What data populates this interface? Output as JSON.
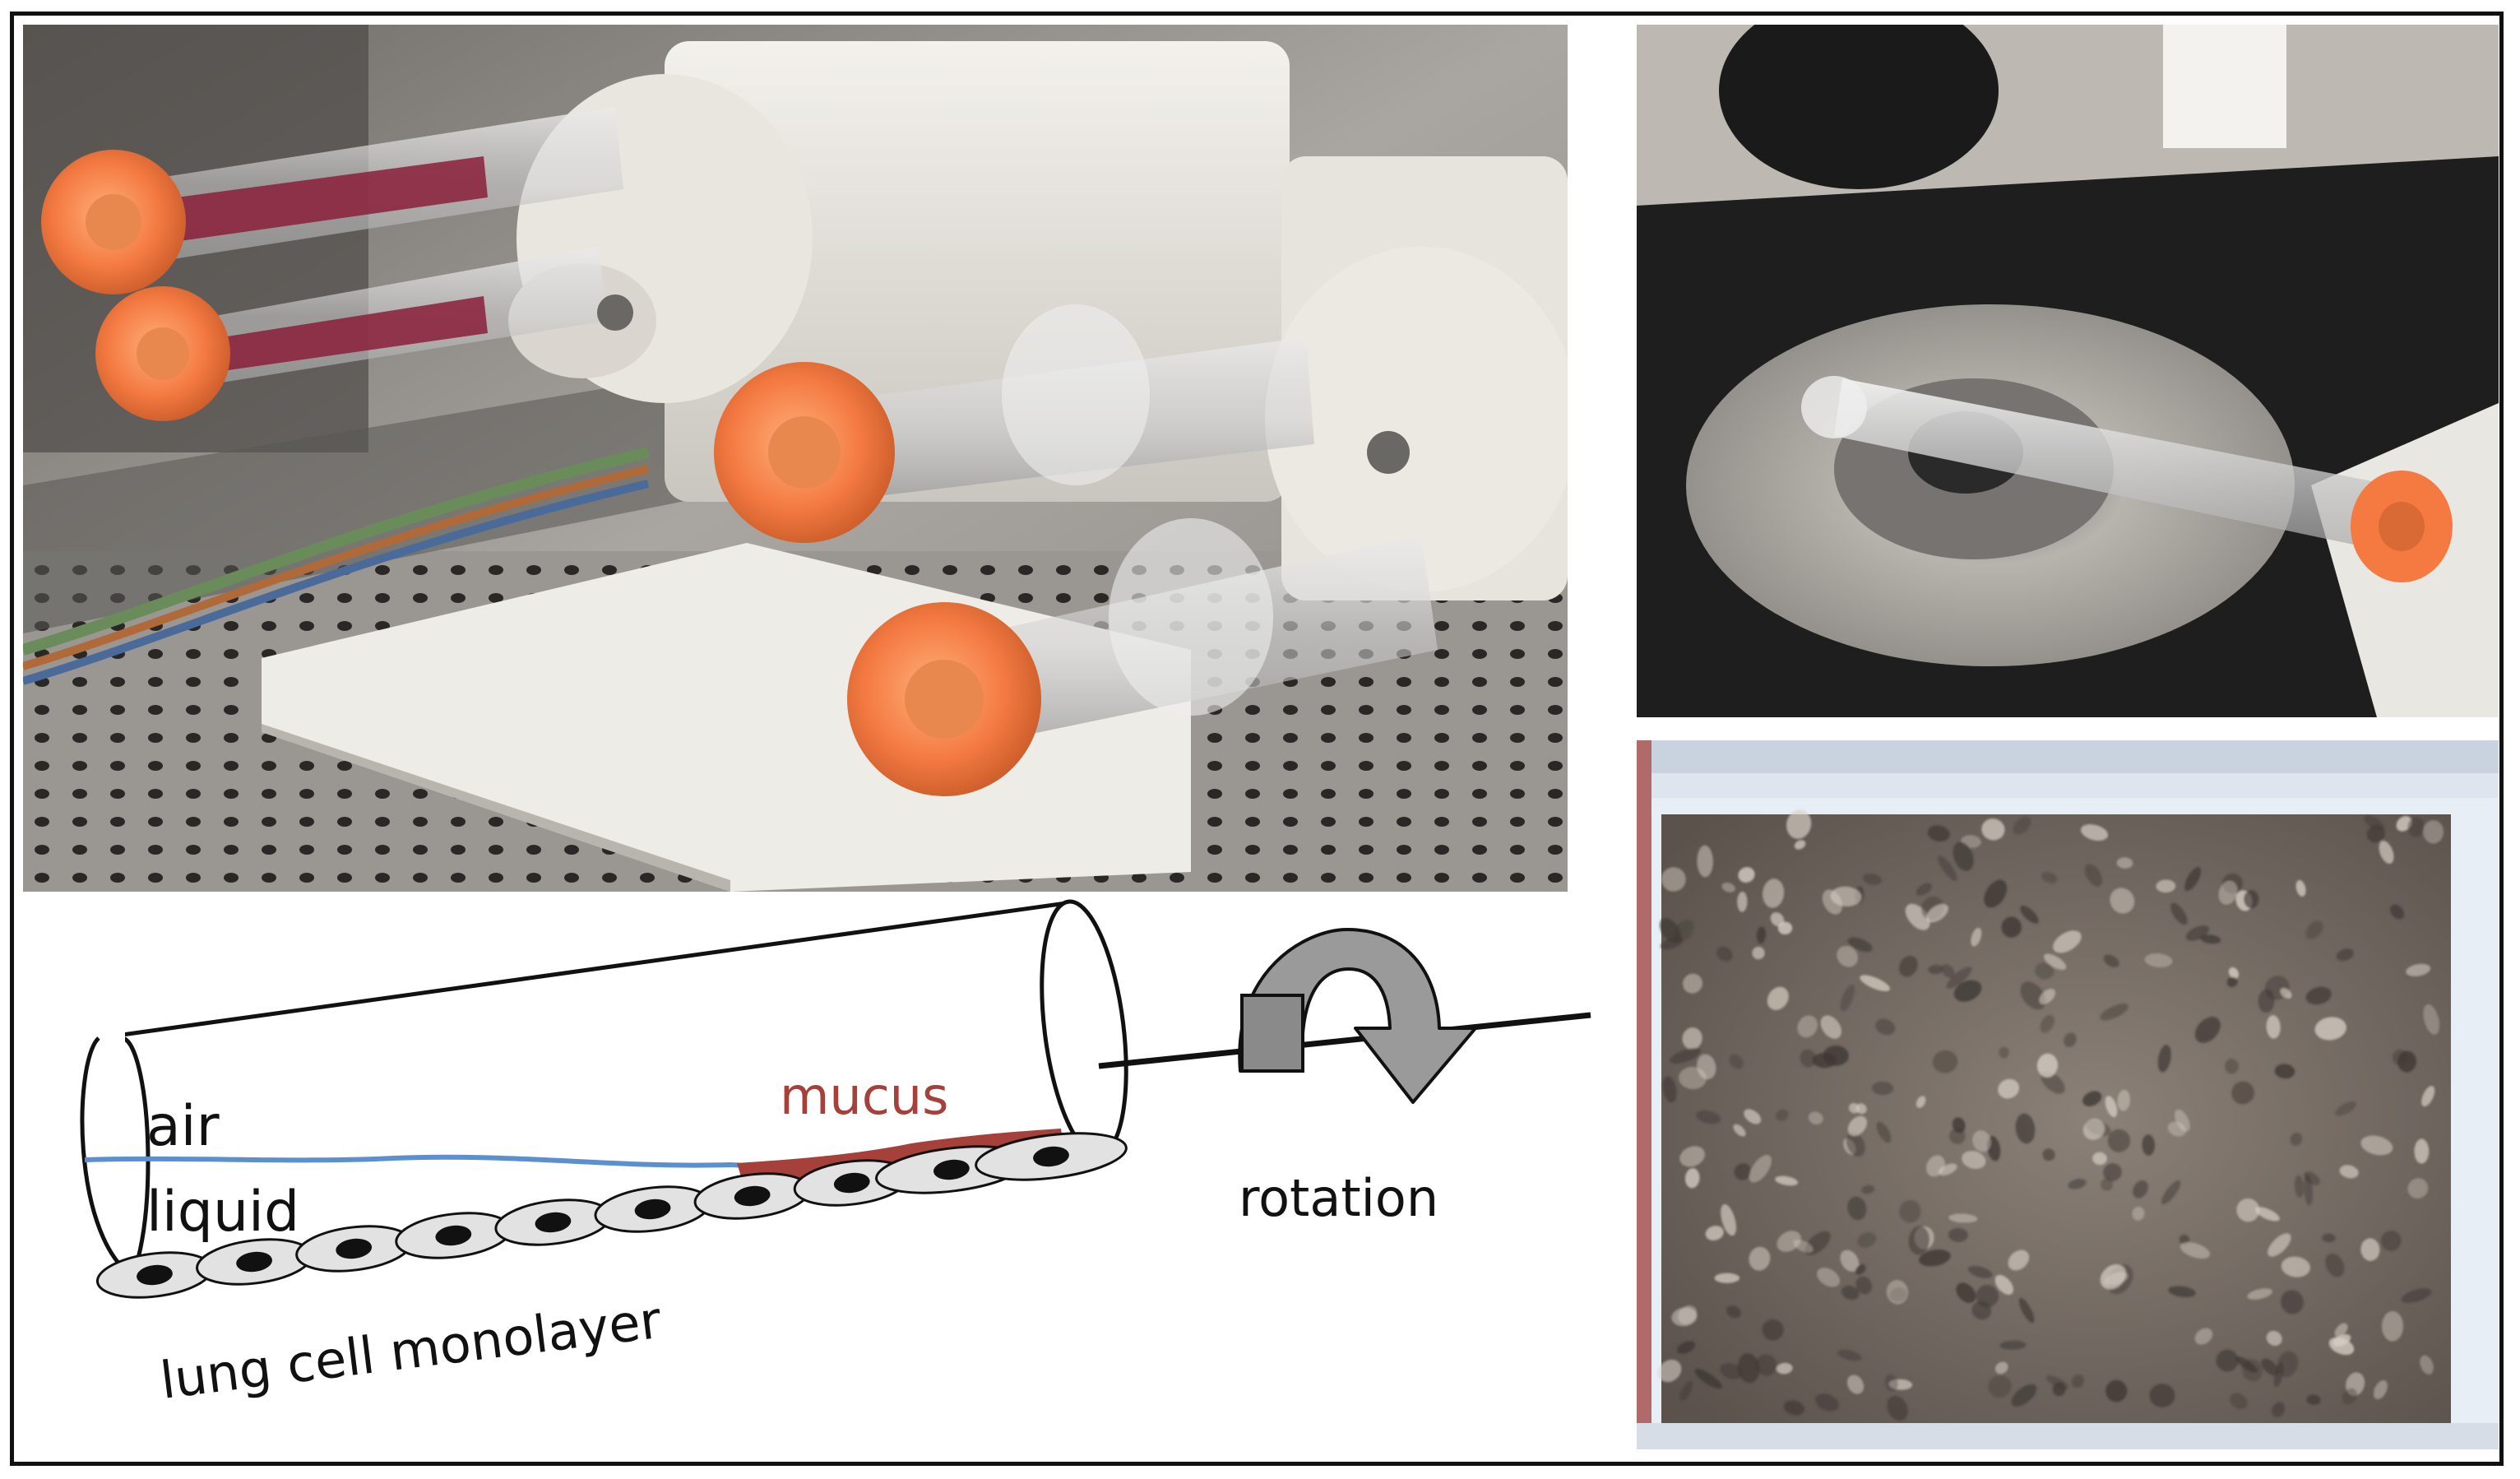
{
  "diagram": {
    "labels": {
      "air": "air",
      "liquid": "liquid",
      "mucus": "mucus",
      "rotation": "rotation",
      "monolayer": "lung cell monolayer"
    },
    "colors": {
      "air_liquid_interface": "#5b8fd0",
      "mucus": "#a5403a",
      "mucus_text": "#a5403a",
      "arrow_fill": "#9a9a9a",
      "text": "#111111"
    }
  },
  "photos": {
    "rotator": {
      "cap_color": "#f47a42",
      "medium_color": "#8a1f3a"
    },
    "microscope": {
      "stage_color": "#1e1e1e",
      "cap_color": "#f47a42"
    },
    "monitor": {
      "screen_color": "#6c6058",
      "bezel_color": "#e8eef6"
    }
  }
}
